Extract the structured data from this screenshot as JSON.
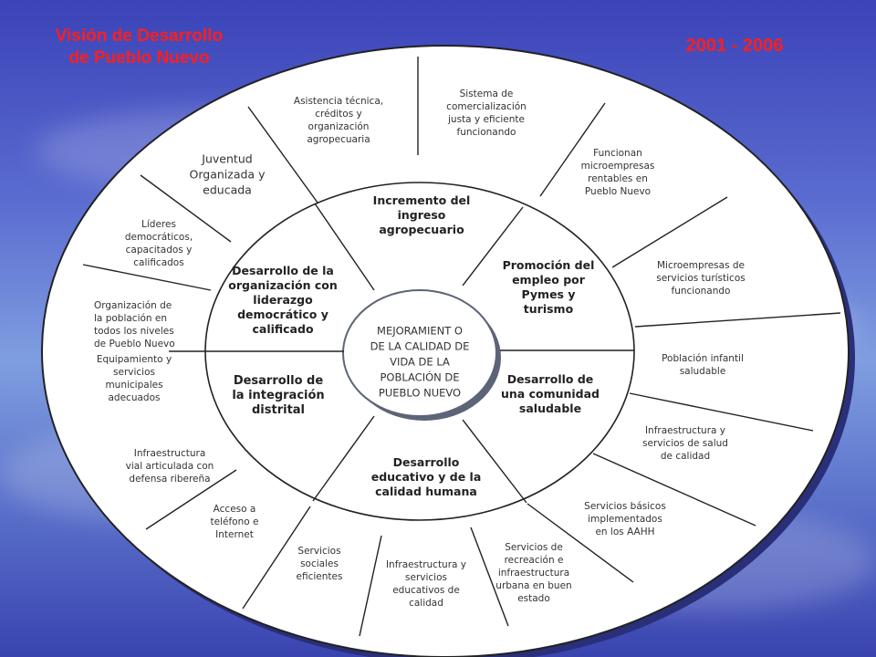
{
  "title": {
    "line1": "Visión de Desarrollo",
    "line2": "de Pueblo Nuevo"
  },
  "period": "2001 - 2006",
  "center": "MEJORAMIENT O DE LA CALIDAD DE VIDA DE LA POBLACIÓN DE PUEBLO NUEVO",
  "strategic_axes": [
    "Incremento del ingreso agropecuario",
    "Promoción del empleo por Pymes y turismo",
    "Desarrollo de una comunidad saludable",
    "Desarrollo educativo y de la calidad humana",
    "Desarrollo de la integración distrital",
    "Desarrollo de la organización con liderazgo democrático y calificado"
  ],
  "outcomes": [
    "Sistema de comercialización justa y eficiente funcionando",
    "Funcionan microempresas rentables en Pueblo Nuevo",
    "Microempresas de servicios turísticos funcionando",
    "Población infantil saludable",
    "Infraestructura y servicios de salud de calidad",
    "Servicios básicos implementados en los AAHH",
    "Servicios de recreación e infraestructura urbana en buen estado",
    "Infraestructura y servicios educativos de calidad",
    "Servicios sociales eficientes",
    "Acceso a teléfono e Internet",
    "Infraestructura vial articulada con defensa ribereña",
    "Equipamiento y servicios municipales adecuados",
    "Organización de la población en todos los niveles de Pueblo Nuevo",
    "Líderes democráticos, capacitados y calificados",
    "Juventud Organizada y educada",
    "Asistencia técnica, créditos y organización agropecuaria"
  ],
  "colors": {
    "title": "#ff1e1e",
    "background": "#5a6bd0",
    "ellipse_fill": "#ffffff",
    "ellipse_stroke": "#222222",
    "shadow": "#2a2f7a"
  }
}
